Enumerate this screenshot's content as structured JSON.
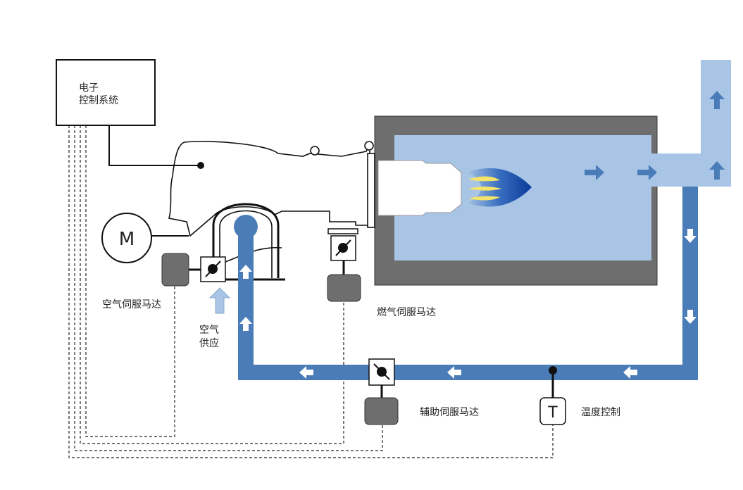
{
  "labels": {
    "control_line1": "电子",
    "control_line2": "控制系统",
    "motor": "M",
    "air_servo": "空气伺服马达",
    "air_supply_line1": "空气",
    "air_supply_line2": "供应",
    "gas_servo": "燃气伺服马达",
    "aux_servo": "辅助伺服马达",
    "temp_symbol": "T",
    "temp_control": "温度控制"
  },
  "colors": {
    "pipe": "#4a7cb8",
    "chamber": "#a9c5e6",
    "furnace_wall": "#6e6e6e",
    "servo": "#6e6e6e",
    "air_arrow": "#a9c5e6"
  }
}
